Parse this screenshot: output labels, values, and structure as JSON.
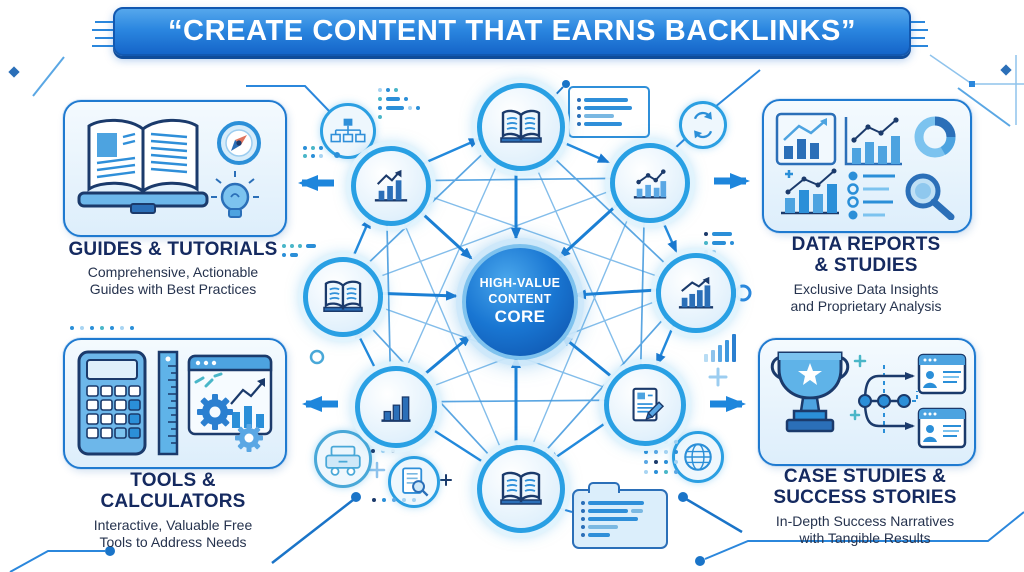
{
  "banner": {
    "title": "“CREATE CONTENT THAT EARNS BACKLINKS”"
  },
  "core": {
    "line1": "HIGH-VALUE",
    "line2": "CONTENT",
    "line3": "CORE"
  },
  "panels": {
    "guides": {
      "title_line1": "GUIDES & TUTORIALS",
      "title_line2": "",
      "subtitle_line1": "Comprehensive, Actionable",
      "subtitle_line2": "Guides with Best Practices",
      "icons": [
        "open-book",
        "compass",
        "lightbulb"
      ]
    },
    "data_reports": {
      "title_line1": "DATA REPORTS",
      "title_line2": "& STUDIES",
      "subtitle_line1": "Exclusive Data Insights",
      "subtitle_line2": "and Proprietary Analysis",
      "icons": [
        "framed-bar-chart",
        "line-bar-chart",
        "donut-chart",
        "trend-bar-chart",
        "bullet-list",
        "magnifier"
      ]
    },
    "tools": {
      "title_line1": "TOOLS &",
      "title_line2": "CALCULATORS",
      "subtitle_line1": "Interactive, Valuable Free",
      "subtitle_line2": "Tools to Address Needs",
      "icons": [
        "calculator",
        "ruler",
        "browser-gears-chart"
      ]
    },
    "case_studies": {
      "title_line1": "CASE STUDIES &",
      "title_line2": "SUCCESS STORIES",
      "subtitle_line1": "In-Depth Success Narratives",
      "subtitle_line2": "with Tangible Results",
      "icons": [
        "trophy",
        "flow-diagram",
        "profile-cards"
      ]
    }
  },
  "network": {
    "nodes": [
      {
        "position": "top",
        "icon": "open-book"
      },
      {
        "position": "upper-left",
        "icon": "bar-chart-arrow"
      },
      {
        "position": "upper-right",
        "icon": "line-bar-chart"
      },
      {
        "position": "left",
        "icon": "open-book"
      },
      {
        "position": "right",
        "icon": "bar-chart-arrow"
      },
      {
        "position": "lower-left",
        "icon": "bar-chart"
      },
      {
        "position": "lower-right",
        "icon": "document-pencil"
      },
      {
        "position": "bottom",
        "icon": "open-book"
      }
    ],
    "decor_icons": [
      "sitemap-icon",
      "checklist-icon",
      "refresh-icon",
      "printer-icon",
      "doc-search-icon",
      "globe-icon",
      "notes-card-icon",
      "sparkline-icon"
    ]
  },
  "colors": {
    "banner_blue": "#2b87e0",
    "accent_blue": "#1f85d8",
    "navy_text": "#152a60",
    "panel_fill": "#e9f4fc",
    "panel_border": "#1f7ad0",
    "node_ring": "#29a0e4",
    "core_dark": "#0d4fa8",
    "teal": "#49b6c8"
  }
}
